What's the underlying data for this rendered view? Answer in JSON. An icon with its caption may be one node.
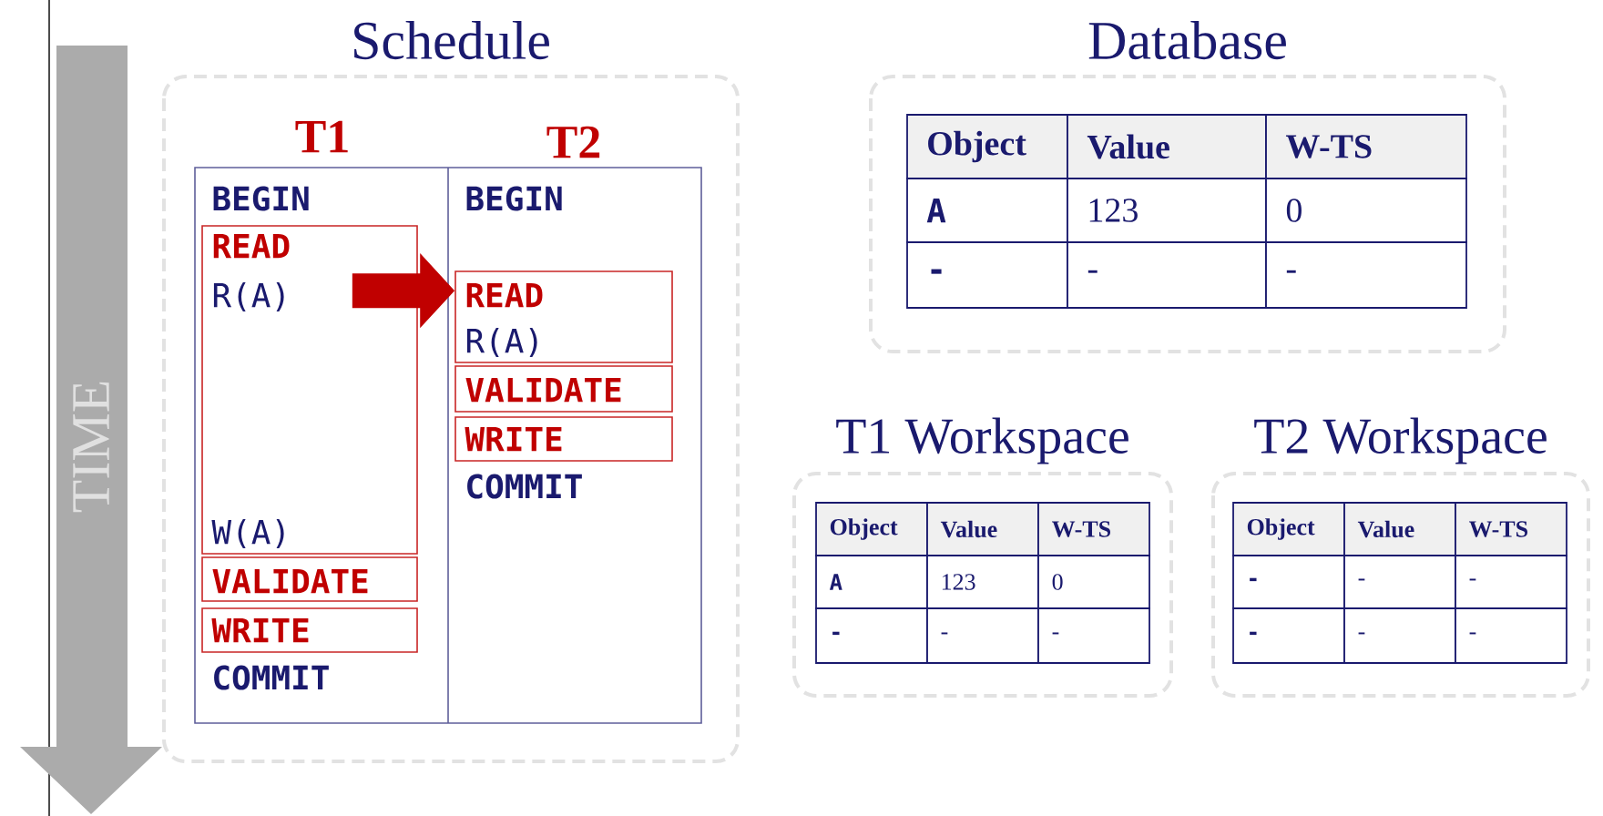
{
  "diagram": {
    "nodes": [
      {
        "text": [
          "Schedule"
        ]
      },
      {
        "text": [
          "READ",
          "R(A)",
          "W(A)"
        ],
        "in": 0
      },
      {
        "text": [
          "VALIDATE"
        ],
        "in": 0
      },
      {
        "text": [
          "WRITE"
        ],
        "in": 0
      },
      {
        "text": [
          "READ",
          "R(A)"
        ],
        "in": 0
      },
      {
        "text": [
          "VALIDATE"
        ],
        "in": 0
      },
      {
        "text": [
          "WRITE"
        ],
        "in": 0
      },
      {
        "text": [
          "Database"
        ]
      },
      {
        "text": [
          "T1 Workspace"
        ]
      },
      {
        "text": [
          "T2 Workspace"
        ]
      }
    ],
    "edges": [
      {
        "from": 1,
        "to": 4,
        "arrow": "to"
      }
    ],
    "labels": [
      "T1",
      "T2",
      "BEGIN",
      "BEGIN",
      "COMMIT",
      "COMMIT",
      "TIME",
      "Object",
      "Value",
      "W-TS",
      "A",
      "123",
      "0",
      "-",
      "-",
      "-",
      "Object",
      "Value",
      "W-TS",
      "A",
      "123",
      "0",
      "-",
      "-",
      "-",
      "Object",
      "Value",
      "W-TS",
      "-",
      "-",
      "-",
      "-",
      "-",
      "-"
    ]
  }
}
